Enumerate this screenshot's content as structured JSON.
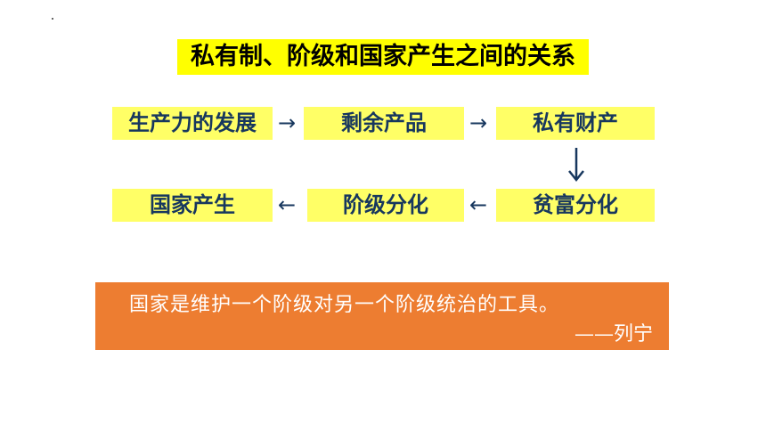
{
  "title": "私有制、阶级和国家产生之间的关系",
  "flow": {
    "row1": [
      "生产力的发展",
      "剩余产品",
      "私有财产"
    ],
    "row2": [
      "国家产生",
      "阶级分化",
      "贫富分化"
    ]
  },
  "arrows": {
    "right": "→",
    "left": "←",
    "down": "↓"
  },
  "quote": {
    "text": "国家是维护一个阶级对另一个阶级统治的工具。",
    "author": "——列宁"
  },
  "colors": {
    "title_bg": "#ffff00",
    "box_bg": "#ffff66",
    "box_text": "#17375e",
    "quote_bg": "#ed7d31"
  }
}
